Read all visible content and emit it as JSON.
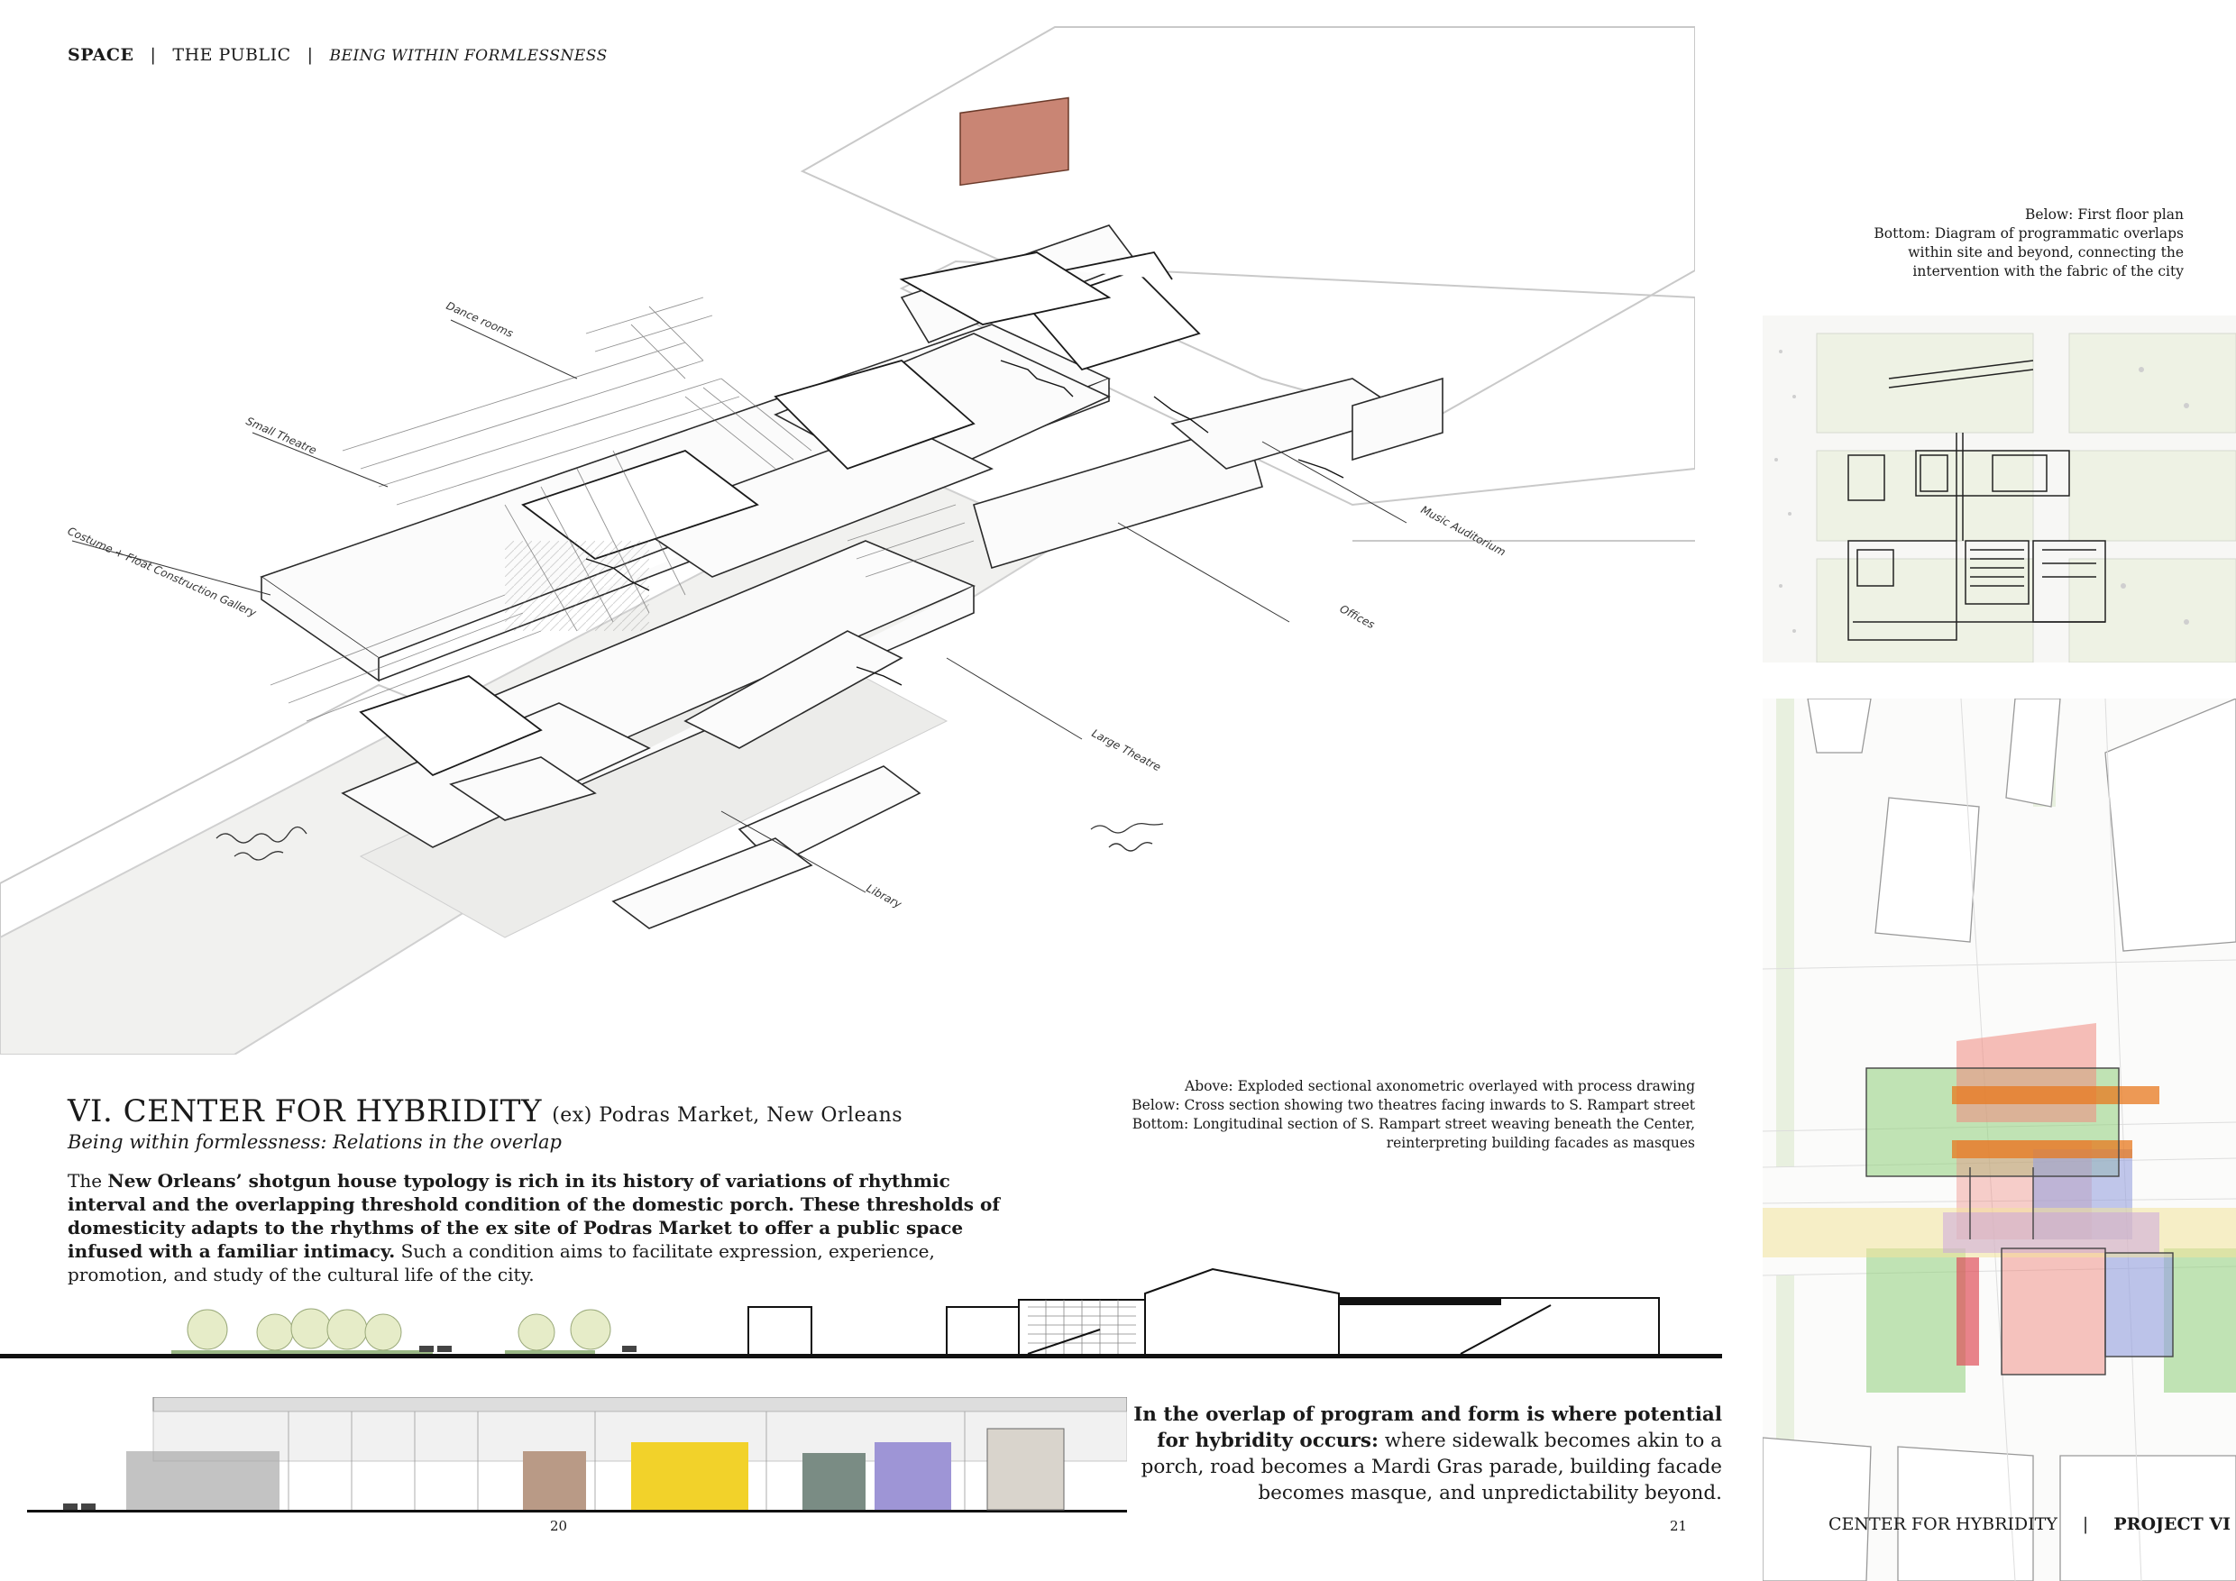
{
  "header": {
    "section": "SPACE",
    "category": "THE PUBLIC",
    "theme": "BEING WITHIN FORMLESSNESS"
  },
  "captions": {
    "right_top": [
      "Below: First floor plan",
      "Bottom: Diagram of programmatic overlaps",
      "within site and beyond, connecting the",
      "intervention with the fabric of the city"
    ],
    "middle": [
      "Above: Exploded sectional axonometric overlayed with process drawing",
      "Below: Cross section showing two theatres facing inwards to S. Rampart street",
      "Bottom: Longitudinal section of S. Rampart street weaving beneath the Center,",
      "reinterpreting building facades as masques"
    ]
  },
  "axo_labels": {
    "dance": "Dance rooms",
    "small_theatre": "Small Theatre",
    "costume": "Costume + Float Construction Gallery",
    "music": "Music Auditorium",
    "offices": "Offices",
    "large_theatre": "Large Theatre",
    "library": "Library"
  },
  "project": {
    "title": "VI. CENTER FOR HYBRIDITY",
    "title_suffix": "(ex) Podras Market, New Orleans",
    "subtitle": "Being within formlessness: Relations in the overlap",
    "body_start": "The ",
    "body_bold": "New Orleans’ shotgun house typology is rich in its history of variations of rhythmic interval and the overlapping threshold condition of the domestic porch. These thresholds of domesticity adapts to the rhythms of the ex site of Podras Market to offer a public space infused with a familiar intimacy.",
    "body_rest": " Such a condition aims to facilitate expression, experience, promotion, and study of the cultural life of the city."
  },
  "quote": {
    "bold": "In the overlap of program and form is where potential for hybridity occurs:",
    "rest": " where sidewalk becomes akin to a porch, road becomes a Mardi Gras parade, building facade becomes masque, and unpredictability  beyond."
  },
  "page_numbers": {
    "left": "20",
    "right": "21"
  },
  "footer": {
    "left": "CENTER FOR HYBRIDITY",
    "right": "PROJECT VI"
  },
  "colors": {
    "overlay_red": "#f08a80",
    "overlay_orange": "#e8781e",
    "overlay_green": "#8fcf7a",
    "overlay_blue": "#9aa4e0",
    "overlay_yellow": "#f2e49a",
    "facade_yellow": "#f2d22a",
    "facade_purple": "#9e95d6"
  }
}
